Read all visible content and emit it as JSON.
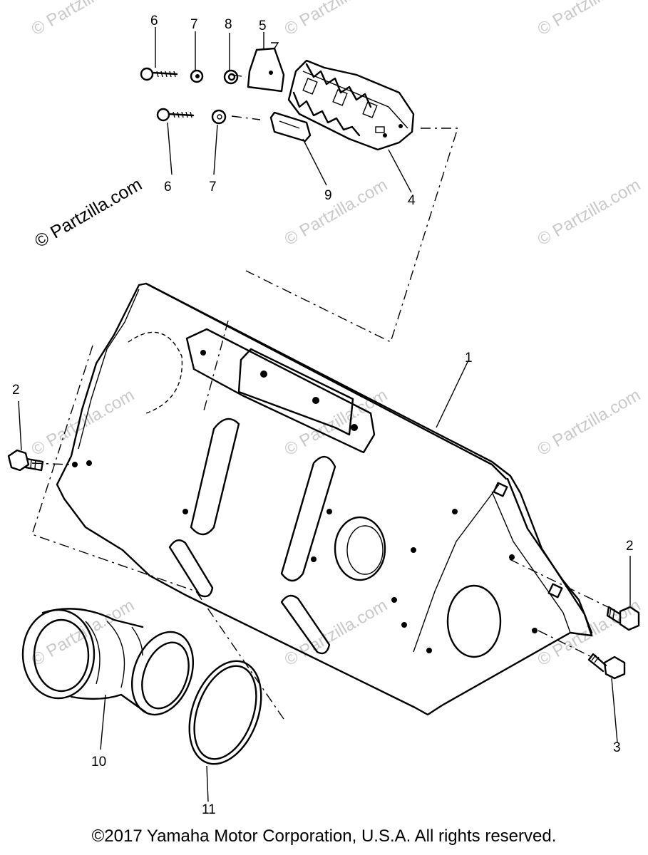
{
  "watermarks": {
    "light_text": "© Partzilla.com",
    "dark_text": "© Partzilla.com"
  },
  "callouts": {
    "c1": "1",
    "c2a": "2",
    "c2b": "2",
    "c3": "3",
    "c4": "4",
    "c5": "5",
    "c6a": "6",
    "c6b": "6",
    "c7a": "7",
    "c7b": "7",
    "c8": "8",
    "c9": "9",
    "c10": "10",
    "c11": "11"
  },
  "footer": {
    "copyright": "©2017  Yamaha Motor Corporation, U.S.A. All rights reserved."
  }
}
